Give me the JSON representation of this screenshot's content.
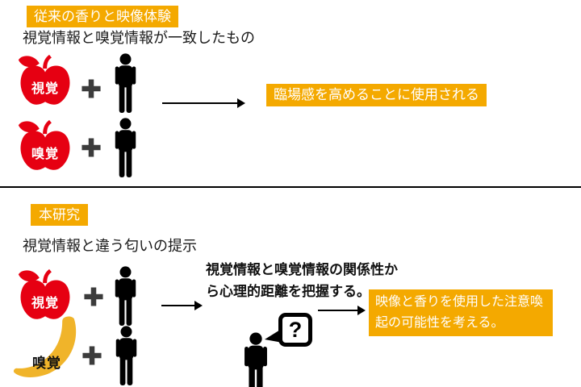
{
  "colors": {
    "accent_orange": "#F4A900",
    "apple_red": "#E60012",
    "banana_yellow": "#F0B42A",
    "plus_gray": "#3C3C3C",
    "icon_black": "#000000"
  },
  "traditional": {
    "title": "従来の香りと映像体験",
    "subtitle": "視覚情報と嗅覚情報が一致したもの",
    "rows": [
      {
        "fruit_icon": "apple-icon",
        "fruit_label": "視覚"
      },
      {
        "fruit_icon": "apple-icon",
        "fruit_label": "嗅覚"
      }
    ],
    "result": "臨場感を高めることに使用される"
  },
  "research": {
    "title": "本研究",
    "subtitle": "視覚情報と違う匂いの提示",
    "rows": [
      {
        "fruit_icon": "apple-icon",
        "fruit_label": "視覚"
      },
      {
        "fruit_icon": "banana-icon",
        "fruit_label": "嗅覚"
      }
    ],
    "hypothesis": "視覚情報と嗅覚情報の関係性から心理的距離を把握する。",
    "question_mark": "?",
    "result": "映像と香りを使用した注意喚起の可能性を考える。"
  }
}
